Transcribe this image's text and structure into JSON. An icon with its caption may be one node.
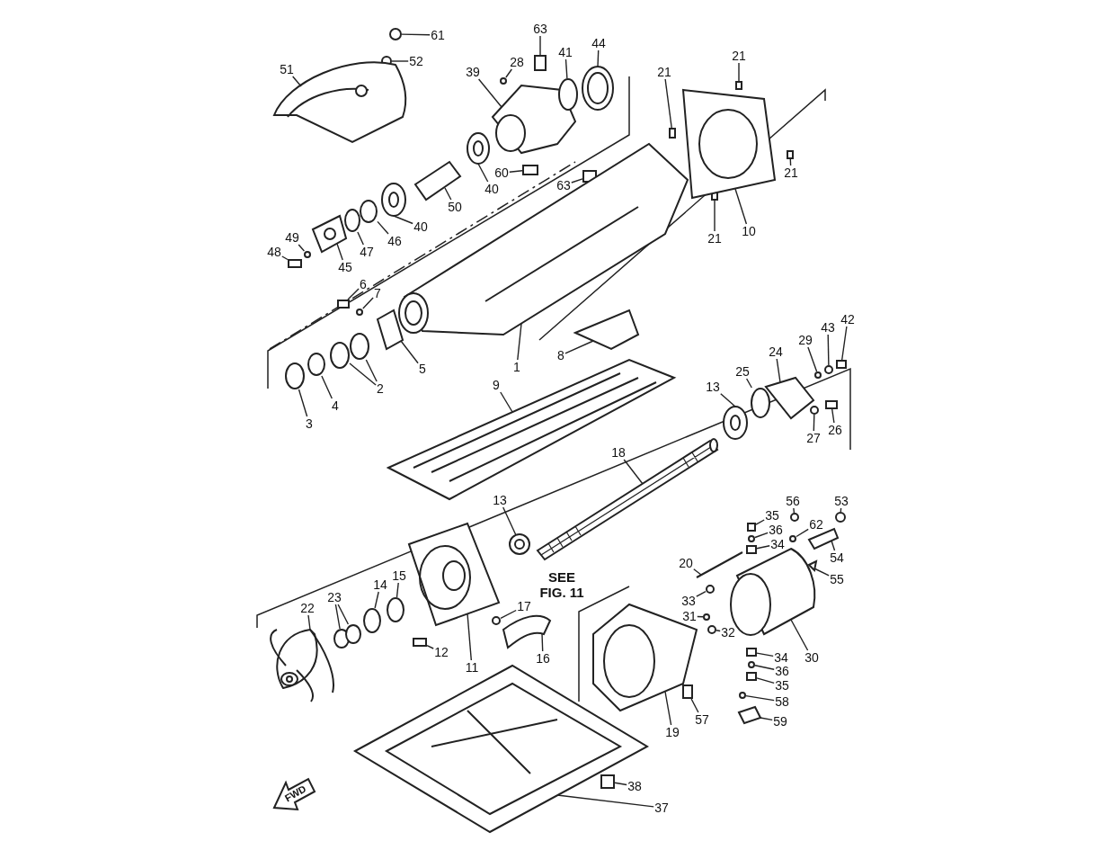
{
  "diagram": {
    "nodes": [
      {
        "text": [
          "61"
        ]
      },
      {
        "text": [
          "52"
        ]
      },
      {
        "text": [
          "51"
        ]
      },
      {
        "text": [
          "63"
        ]
      },
      {
        "text": [
          "28"
        ]
      },
      {
        "text": [
          "39"
        ]
      },
      {
        "text": [
          "41"
        ]
      },
      {
        "text": [
          "44"
        ]
      },
      {
        "text": [
          "21"
        ]
      },
      {
        "text": [
          "21"
        ]
      },
      {
        "text": [
          "21"
        ]
      },
      {
        "text": [
          "21"
        ]
      },
      {
        "text": [
          "10"
        ]
      },
      {
        "text": [
          "60"
        ]
      },
      {
        "text": [
          "63"
        ]
      },
      {
        "text": [
          "40"
        ]
      },
      {
        "text": [
          "50"
        ]
      },
      {
        "text": [
          "40"
        ]
      },
      {
        "text": [
          "46"
        ]
      },
      {
        "text": [
          "47"
        ]
      },
      {
        "text": [
          "49"
        ]
      },
      {
        "text": [
          "48"
        ]
      },
      {
        "text": [
          "45"
        ]
      },
      {
        "text": [
          "6"
        ]
      },
      {
        "text": [
          "7"
        ]
      },
      {
        "text": [
          "5"
        ]
      },
      {
        "text": [
          "1"
        ]
      },
      {
        "text": [
          "8"
        ]
      },
      {
        "text": [
          "2"
        ]
      },
      {
        "text": [
          "4"
        ]
      },
      {
        "text": [
          "3"
        ]
      },
      {
        "text": [
          "9"
        ]
      },
      {
        "text": [
          "13"
        ]
      },
      {
        "text": [
          "25"
        ]
      },
      {
        "text": [
          "24"
        ]
      },
      {
        "text": [
          "29"
        ]
      },
      {
        "text": [
          "43"
        ]
      },
      {
        "text": [
          "42"
        ]
      },
      {
        "text": [
          "27"
        ]
      },
      {
        "text": [
          "26"
        ]
      },
      {
        "text": [
          "18"
        ]
      },
      {
        "text": [
          "13"
        ]
      },
      {
        "text": [
          "56"
        ]
      },
      {
        "text": [
          "53"
        ]
      },
      {
        "text": [
          "35"
        ]
      },
      {
        "text": [
          "36"
        ]
      },
      {
        "text": [
          "62"
        ]
      },
      {
        "text": [
          "34"
        ]
      },
      {
        "text": [
          "20"
        ]
      },
      {
        "text": [
          "54"
        ]
      },
      {
        "text": [
          "55"
        ]
      },
      {
        "text": [
          "33"
        ]
      },
      {
        "text": [
          "31"
        ]
      },
      {
        "text": [
          "32"
        ]
      },
      {
        "text": [
          "34"
        ]
      },
      {
        "text": [
          "30"
        ]
      },
      {
        "text": [
          "36"
        ]
      },
      {
        "text": [
          "35"
        ]
      },
      {
        "text": [
          "58"
        ]
      },
      {
        "text": [
          "59"
        ]
      },
      {
        "text": [
          "57"
        ]
      },
      {
        "text": [
          "19"
        ]
      },
      {
        "text": [
          "17"
        ]
      },
      {
        "text": [
          "16"
        ]
      },
      {
        "text": [
          "12"
        ]
      },
      {
        "text": [
          "11"
        ]
      },
      {
        "text": [
          "22"
        ]
      },
      {
        "text": [
          "23"
        ]
      },
      {
        "text": [
          "14"
        ]
      },
      {
        "text": [
          "15"
        ]
      },
      {
        "text": [
          "38"
        ]
      },
      {
        "text": [
          "37"
        ]
      },
      {
        "text": [],
        "shape": "circle"
      },
      {
        "text": [],
        "shape": "circle"
      },
      {
        "text": [],
        "shape": "picture"
      },
      {
        "text": [],
        "shape": "box"
      },
      {
        "text": [],
        "shape": "circle"
      },
      {
        "text": [],
        "shape": "picture"
      },
      {
        "text": [],
        "shape": "circle"
      },
      {
        "text": [],
        "shape": "picture"
      },
      {
        "text": [],
        "shape": "box"
      },
      {
        "text": [],
        "shape": "box"
      },
      {
        "text": [],
        "shape": "box"
      },
      {
        "text": [],
        "shape": "box"
      },
      {
        "text": [],
        "shape": "picture"
      },
      {
        "text": [],
        "shape": "box"
      },
      {
        "text": [],
        "shape": "box"
      },
      {
        "text": [],
        "shape": "picture"
      },
      {
        "text": [],
        "shape": "picture"
      },
      {
        "text": [],
        "shape": "picture"
      },
      {
        "text": [],
        "shape": "circle"
      },
      {
        "text": [],
        "shape": "circle"
      },
      {
        "text": [],
        "shape": "circle"
      },
      {
        "text": [],
        "shape": "box"
      },
      {
        "text": [],
        "shape": "picture"
      },
      {
        "text": [],
        "shape": "box"
      },
      {
        "text": [],
        "shape": "circle"
      },
      {
        "text": [],
        "shape": "picture"
      },
      {
        "text": [],
        "shape": "picture"
      },
      {
        "text": [],
        "shape": "picture"
      },
      {
        "text": [],
        "shape": "circle"
      },
      {
        "text": [],
        "shape": "circle"
      },
      {
        "text": [],
        "shape": "circle"
      },
      {
        "text": [],
        "shape": "circle"
      },
      {
        "text": [],
        "shape": "picture"
      },
      {
        "text": [],
        "shape": "picture"
      },
      {
        "text": [],
        "shape": "circle"
      },
      {
        "text": [],
        "shape": "picture"
      },
      {
        "text": [],
        "shape": "circle"
      },
      {
        "text": [],
        "shape": "circle"
      },
      {
        "text": [],
        "shape": "box"
      },
      {
        "text": [],
        "shape": "circle"
      },
      {
        "text": [],
        "shape": "box"
      },
      {
        "text": [],
        "shape": "picture"
      },
      {
        "text": [],
        "shape": "picture"
      },
      {
        "text": [],
        "shape": "circle"
      },
      {
        "text": [],
        "shape": "circle"
      },
      {
        "text": [],
        "shape": "box"
      },
      {
        "text": [],
        "shape": "circle"
      },
      {
        "text": [],
        "shape": "circle"
      },
      {
        "text": [],
        "shape": "box"
      },
      {
        "text": [],
        "shape": "picture"
      },
      {
        "text": [],
        "shape": "picture"
      },
      {
        "text": [],
        "shape": "picture"
      },
      {
        "text": [],
        "shape": "circle"
      },
      {
        "text": [],
        "shape": "circle"
      },
      {
        "text": [],
        "shape": "circle"
      },
      {
        "text": [],
        "shape": "box"
      },
      {
        "text": [],
        "shape": "picture"
      },
      {
        "text": [],
        "shape": "circle"
      },
      {
        "text": [],
        "shape": "box"
      },
      {
        "text": [],
        "shape": "circle"
      },
      {
        "text": [],
        "shape": "picture"
      },
      {
        "text": [],
        "shape": "box"
      },
      {
        "text": [],
        "shape": "picture"
      },
      {
        "text": [],
        "shape": "circle"
      },
      {
        "text": [],
        "shape": "picture"
      },
      {
        "text": [],
        "shape": "box"
      },
      {
        "text": [],
        "shape": "picture"
      },
      {
        "text": [],
        "shape": "picture"
      },
      {
        "text": [],
        "shape": "circle"
      },
      {
        "text": [],
        "shape": "circle"
      },
      {
        "text": [],
        "shape": "circle"
      },
      {
        "text": [],
        "shape": "circle"
      },
      {
        "text": [],
        "shape": "box"
      },
      {
        "text": [],
        "shape": "picture"
      }
    ],
    "edges": [
      {
        "from": 0,
        "to": 72,
        "arrow": "none"
      },
      {
        "from": 1,
        "to": 73,
        "arrow": "none"
      },
      {
        "from": 2,
        "to": 74,
        "arrow": "none"
      },
      {
        "from": 3,
        "to": 75,
        "arrow": "none"
      },
      {
        "from": 4,
        "to": 76,
        "arrow": "none"
      },
      {
        "from": 5,
        "to": 77,
        "arrow": "none"
      },
      {
        "from": 6,
        "to": 78,
        "arrow": "none"
      },
      {
        "from": 7,
        "to": 79,
        "arrow": "none"
      },
      {
        "from": 8,
        "to": 80,
        "arrow": "none"
      },
      {
        "from": 9,
        "to": 81,
        "arrow": "none"
      },
      {
        "from": 10,
        "to": 82,
        "arrow": "none"
      },
      {
        "from": 11,
        "to": 83,
        "arrow": "none"
      },
      {
        "from": 12,
        "to": 84,
        "arrow": "none"
      },
      {
        "from": 13,
        "to": 85,
        "arrow": "none"
      },
      {
        "from": 14,
        "to": 86,
        "arrow": "none"
      },
      {
        "from": 15,
        "to": 87,
        "arrow": "none"
      },
      {
        "from": 16,
        "to": 88,
        "arrow": "none"
      },
      {
        "from": 17,
        "to": 89,
        "arrow": "none"
      },
      {
        "from": 18,
        "to": 90,
        "arrow": "none"
      },
      {
        "from": 19,
        "to": 91,
        "arrow": "none"
      },
      {
        "from": 20,
        "to": 92,
        "arrow": "none"
      },
      {
        "from": 21,
        "to": 93,
        "arrow": "none"
      },
      {
        "from": 22,
        "to": 94,
        "arrow": "none"
      },
      {
        "from": 23,
        "to": 95,
        "arrow": "none"
      },
      {
        "from": 24,
        "to": 96,
        "arrow": "none"
      },
      {
        "from": 25,
        "to": 97,
        "arrow": "none"
      },
      {
        "from": 26,
        "to": 98,
        "arrow": "none"
      },
      {
        "from": 27,
        "to": 99,
        "arrow": "none"
      },
      {
        "from": 28,
        "to": 100,
        "arrow": "none"
      },
      {
        "from": 29,
        "to": 102,
        "arrow": "none"
      },
      {
        "from": 30,
        "to": 103,
        "arrow": "none"
      },
      {
        "from": 31,
        "to": 104,
        "arrow": "none"
      },
      {
        "from": 32,
        "to": 105,
        "arrow": "none"
      },
      {
        "from": 33,
        "to": 106,
        "arrow": "none"
      },
      {
        "from": 34,
        "to": 107,
        "arrow": "none"
      },
      {
        "from": 35,
        "to": 108,
        "arrow": "none"
      },
      {
        "from": 36,
        "to": 109,
        "arrow": "none"
      },
      {
        "from": 37,
        "to": 110,
        "arrow": "none"
      },
      {
        "from": 38,
        "to": 111,
        "arrow": "none"
      },
      {
        "from": 39,
        "to": 112,
        "arrow": "none"
      },
      {
        "from": 40,
        "to": 113,
        "arrow": "none"
      },
      {
        "from": 41,
        "to": 114,
        "arrow": "none"
      },
      {
        "from": 42,
        "to": 115,
        "arrow": "none"
      },
      {
        "from": 43,
        "to": 116,
        "arrow": "none"
      },
      {
        "from": 44,
        "to": 117,
        "arrow": "none"
      },
      {
        "from": 45,
        "to": 118,
        "arrow": "none"
      },
      {
        "from": 46,
        "to": 119,
        "arrow": "none"
      },
      {
        "from": 47,
        "to": 120,
        "arrow": "none"
      },
      {
        "from": 48,
        "to": 121,
        "arrow": "none"
      },
      {
        "from": 49,
        "to": 122,
        "arrow": "none"
      },
      {
        "from": 50,
        "to": 123,
        "arrow": "none"
      },
      {
        "from": 51,
        "to": 124,
        "arrow": "none"
      },
      {
        "from": 52,
        "to": 125,
        "arrow": "none"
      },
      {
        "from": 53,
        "to": 126,
        "arrow": "none"
      },
      {
        "from": 54,
        "to": 127,
        "arrow": "none"
      },
      {
        "from": 55,
        "to": 128,
        "arrow": "none"
      },
      {
        "from": 56,
        "to": 129,
        "arrow": "none"
      },
      {
        "from": 57,
        "to": 130,
        "arrow": "none"
      },
      {
        "from": 58,
        "to": 131,
        "arrow": "none"
      },
      {
        "from": 59,
        "to": 132,
        "arrow": "none"
      },
      {
        "from": 60,
        "to": 133,
        "arrow": "none"
      },
      {
        "from": 61,
        "to": 134,
        "arrow": "none"
      },
      {
        "from": 62,
        "to": 135,
        "arrow": "none"
      },
      {
        "from": 63,
        "to": 136,
        "arrow": "none"
      },
      {
        "from": 64,
        "to": 137,
        "arrow": "none"
      },
      {
        "from": 65,
        "to": 138,
        "arrow": "none"
      },
      {
        "from": 66,
        "to": 139,
        "arrow": "none"
      },
      {
        "from": 67,
        "to": 140,
        "arrow": "none"
      },
      {
        "from": 68,
        "to": 142,
        "arrow": "none"
      },
      {
        "from": 69,
        "to": 143,
        "arrow": "none"
      },
      {
        "from": 70,
        "to": 144,
        "arrow": "none"
      },
      {
        "from": 71,
        "to": 145,
        "arrow": "none"
      },
      {
        "from": 28,
        "to": 101,
        "arrow": "none"
      },
      {
        "from": 67,
        "to": 141,
        "arrow": "none"
      }
    ],
    "labels": [
      "SEE FIG. 11",
      "FWD"
    ]
  }
}
